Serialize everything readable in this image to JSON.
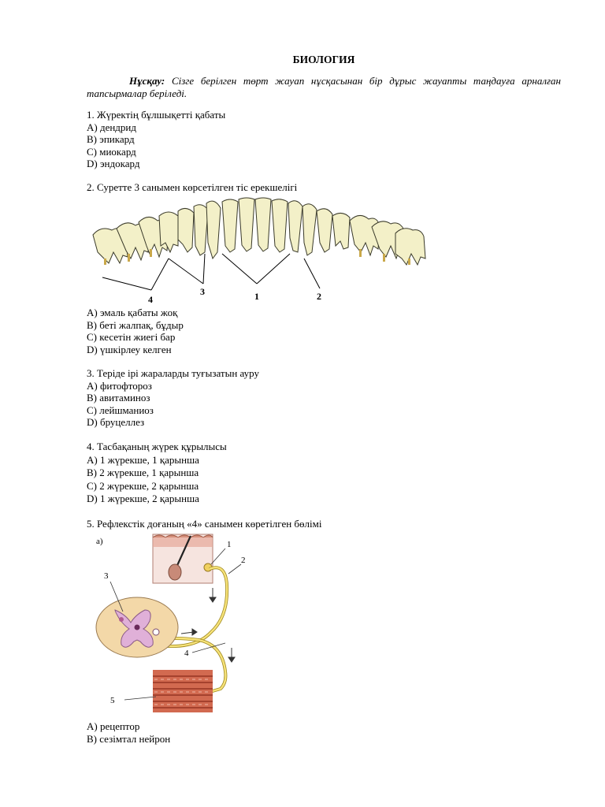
{
  "title": "БИОЛОГИЯ",
  "instruction": {
    "lead": "Нұсқау:",
    "text": "Сізге берілген төрт жауап нұсқасынан бір дұрыс жауапты таңдауға арналған тапсырмалар беріледі."
  },
  "questions": [
    {
      "stem": "1. Жүректің бұлшықетті қабаты",
      "options": [
        "A) дендрид",
        "B) эпикард",
        "C) миокард",
        "D) эндокард"
      ]
    },
    {
      "stem": "2. Суретте 3 санымен көрсетілген тіс ерекшелігі",
      "figure_labels": [
        "4",
        "3",
        "1",
        "2"
      ],
      "options": [
        "A) эмаль қабаты жоқ",
        "B) беті жалпақ, бұдыр",
        "C) кесетін жиегі бар",
        "D) үшкірлеу келген"
      ]
    },
    {
      "stem": "3. Теріде ірі жараларды туғызатын ауру",
      "options": [
        "A) фитофтороз",
        "B) авитаминоз",
        "C) лейшманиоз",
        "D) бруцеллез"
      ]
    },
    {
      "stem": "4. Тасбақаның жүрек құрылысы",
      "options": [
        "A) 1 жүрекше, 1 қарынша",
        "B) 2 жүрекше, 1 қарынша",
        "C) 2 жүрекше, 2 қарынша",
        "D) 1 жүрекше, 2 қарынша"
      ]
    },
    {
      "stem": "5. Рефлекстік доғаның «4» санымен көретілген бөлімі",
      "figure_labels": [
        "а)",
        "1",
        "2",
        "3",
        "4",
        "5"
      ],
      "options": [
        "A) рецептор",
        "B) сезімтал нейрон"
      ]
    }
  ]
}
